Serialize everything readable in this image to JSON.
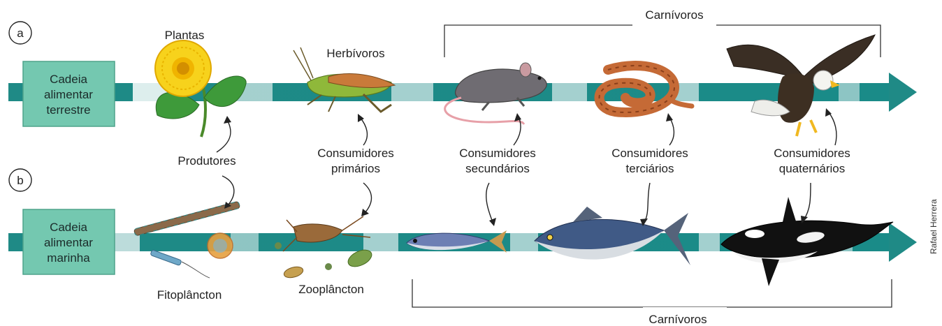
{
  "panels": {
    "a": {
      "letter": "a",
      "box_line1": "Cadeia",
      "box_line2": "alimentar",
      "box_line3": "terrestre"
    },
    "b": {
      "letter": "b",
      "box_line1": "Cadeia",
      "box_line2": "alimentar",
      "box_line3": "marinha"
    }
  },
  "top_labels": {
    "plants": "Plantas",
    "herbivores": "Herbívoros",
    "carnivores": "Carnívoros"
  },
  "bottom_labels": {
    "phytoplankton": "Fitoplâncton",
    "zooplankton": "Zooplâncton",
    "carnivores": "Carnívoros"
  },
  "middle_labels": {
    "producers": "Produtores",
    "primary_line1": "Consumidores",
    "primary_line2": "primários",
    "secondary_line1": "Consumidores",
    "secondary_line2": "secundários",
    "tertiary_line1": "Consumidores",
    "tertiary_line2": "terciários",
    "quaternary_line1": "Consumidores",
    "quaternary_line2": "quaternários"
  },
  "credit": "Rafael Herrera",
  "colors": {
    "band": "#1f8a86",
    "box_fill": "#74c8b0",
    "box_stroke": "#4ea38b"
  },
  "icons": {
    "terrestrial": [
      "flower-icon",
      "grasshopper-icon",
      "rat-icon",
      "snake-icon",
      "eagle-icon"
    ],
    "marine": [
      "phytoplankton-icon",
      "zooplankton-icon",
      "sardine-icon",
      "tuna-icon",
      "orca-icon"
    ]
  }
}
